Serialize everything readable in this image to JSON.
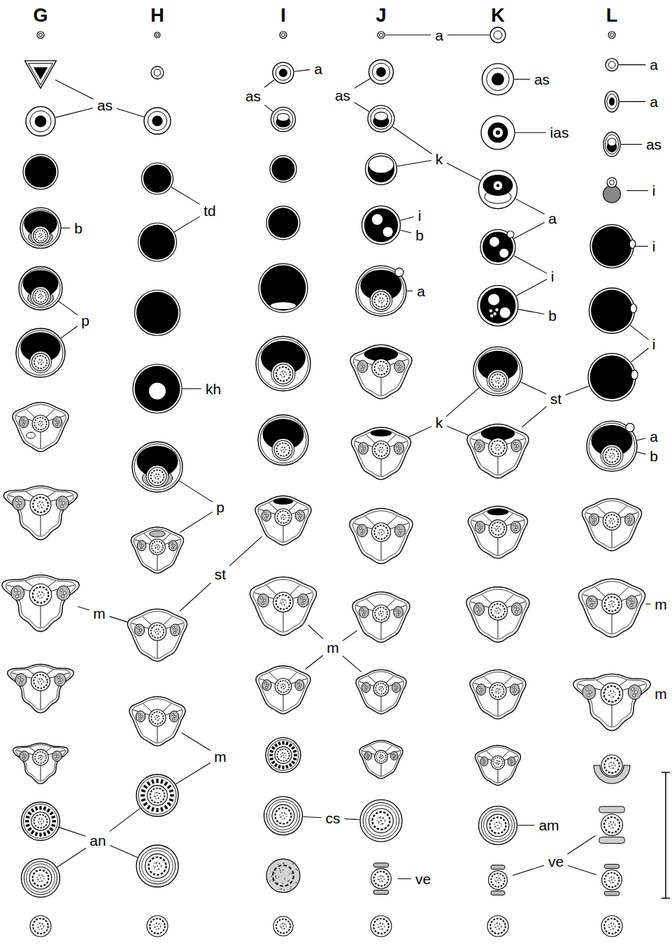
{
  "diagram": {
    "labels": [
      "G",
      "H",
      "I",
      "J",
      "K",
      "L",
      "as",
      "a",
      "as",
      "a",
      "as",
      "a",
      "as",
      "as",
      "a",
      "k",
      "ias",
      "b",
      "td",
      "i",
      "b",
      "a",
      "a",
      "i",
      "i",
      "b",
      "p",
      "i",
      "kh",
      "k",
      "st",
      "i",
      "a",
      "b",
      "p",
      "st",
      "m",
      "m",
      "m",
      "m",
      "m",
      "an",
      "cs",
      "am",
      "ve",
      "ve"
    ]
  }
}
